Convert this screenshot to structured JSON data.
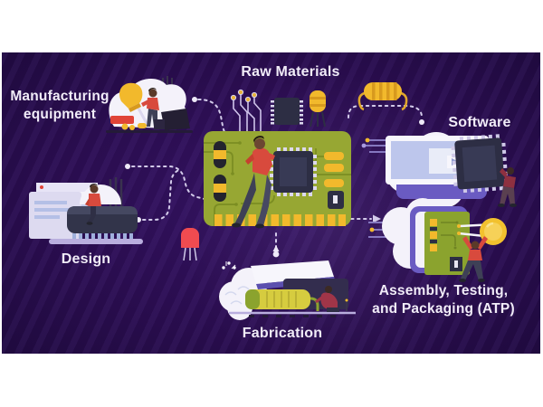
{
  "labels": {
    "manufacturing_line1": "Manufacturing",
    "manufacturing_line2": "equipment",
    "raw_materials": "Raw Materials",
    "software": "Software",
    "design": "Design",
    "fabrication": "Fabrication",
    "atp_line1": "Assembly, Testing,",
    "atp_line2": "and Packaging (ATP)"
  },
  "nodes": [
    {
      "id": "manufacturing-equipment",
      "label": "Manufacturing equipment"
    },
    {
      "id": "raw-materials",
      "label": "Raw Materials"
    },
    {
      "id": "software",
      "label": "Software"
    },
    {
      "id": "design",
      "label": "Design"
    },
    {
      "id": "fabrication",
      "label": "Fabrication"
    },
    {
      "id": "assembly-testing-packaging",
      "label": "Assembly, Testing, and Packaging (ATP)"
    },
    {
      "id": "circuit-board-center",
      "label": ""
    }
  ],
  "colors": {
    "background_purple": "#2a0d4f",
    "label_text": "#f1ecf8",
    "connector_dash": "#d3cbea",
    "pcb_green": "#97a733",
    "pcb_trace_green": "#7b8d22",
    "component_yellow": "#f2b92c",
    "chip_navy": "#2d2e44",
    "device_purple": "#6a5bc2",
    "cloud_white": "#f4f2fa",
    "figure_red": "#d84a3d",
    "transistor_red": "#ef4b50"
  }
}
